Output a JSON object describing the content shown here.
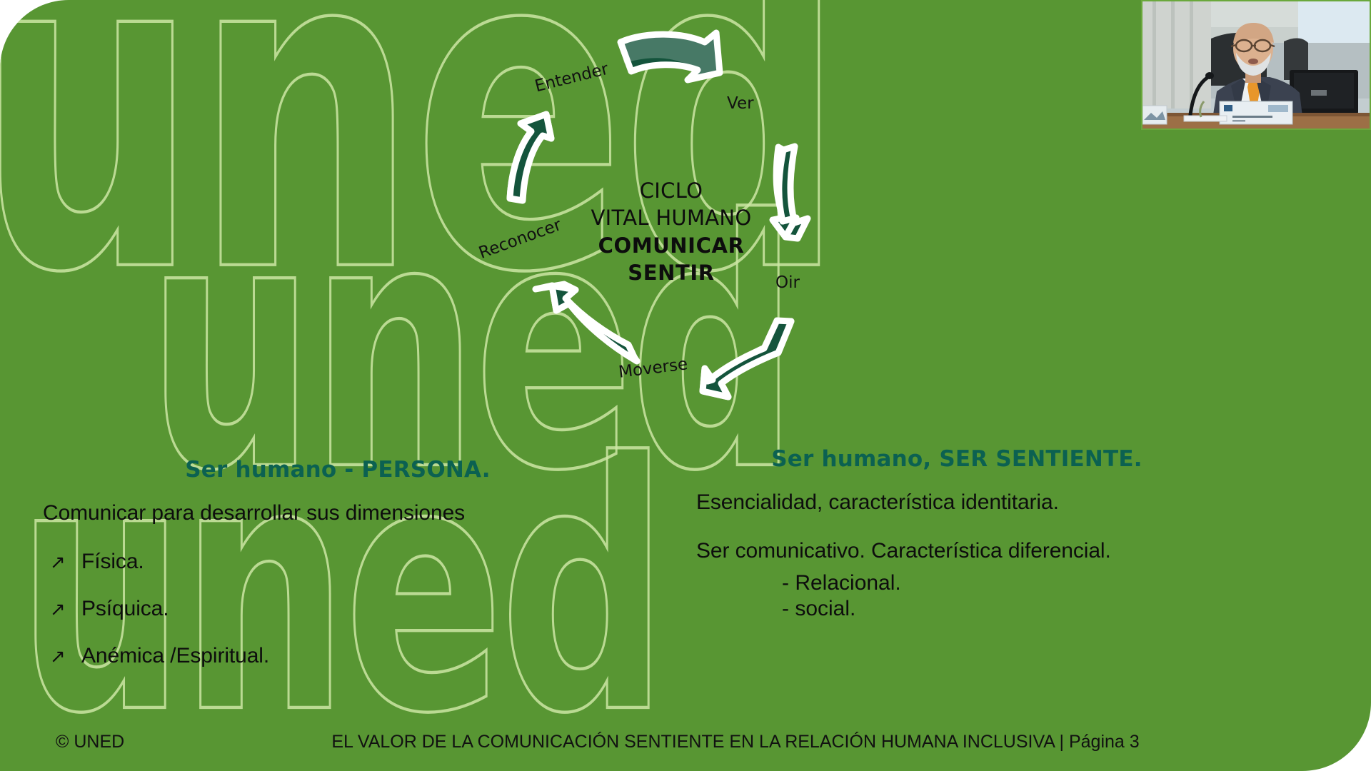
{
  "slide": {
    "background_color": "#589633",
    "watermark_text": "uned",
    "watermark_color": "#cde6a5",
    "heading_color": "#0b6151",
    "arrow_fill_color": "#14543c",
    "arrow_outline_color": "#ffffff",
    "body_text_color": "#0d0d0d"
  },
  "cycle": {
    "center": {
      "line1": "CICLO",
      "line2": "VITAL HUMANO",
      "line3": "COMUNICAR",
      "line4": "SENTIR"
    },
    "labels": {
      "entender": "Entender",
      "ver": "Ver",
      "oir": "Oir",
      "moverse": "Moverse",
      "reconocer": "Reconocer"
    },
    "arrows": [
      {
        "name": "arrow-entender-to-ver",
        "direction": "right"
      },
      {
        "name": "arrow-ver-to-oir",
        "direction": "down"
      },
      {
        "name": "arrow-oir-to-moverse",
        "direction": "down-left"
      },
      {
        "name": "arrow-moverse-to-reconocer",
        "direction": "up-left"
      },
      {
        "name": "arrow-reconocer-to-entender",
        "direction": "up"
      }
    ]
  },
  "left_column": {
    "heading": "Ser humano  - PERSONA.",
    "intro": "Comunicar para desarrollar sus dimensiones",
    "bullet_glyph": "↗",
    "bullets": [
      "Física.",
      "Psíquica.",
      "Anémica /Espiritual."
    ]
  },
  "right_column": {
    "heading": "Ser humano, SER SENTIENTE.",
    "line1": "Esencialidad, característica  identitaria.",
    "line2": "Ser comunicativo. Característica diferencial.",
    "sub_items": [
      "- Relacional.",
      "- social."
    ]
  },
  "footer": {
    "copyright": "© UNED",
    "title": "EL VALOR DE LA COMUNICACIÓN SENTIENTE EN  LA RELACIÓN HUMANA INCLUSIVA | Página 3"
  },
  "webcam": {
    "name": "presenter-video-inset",
    "description": "Presenter at a desk with microphone"
  }
}
